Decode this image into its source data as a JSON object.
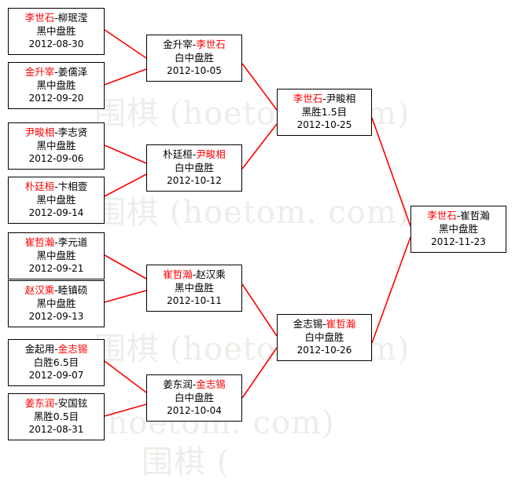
{
  "watermarks": [
    "围棋 (hoetom. com)",
    "围棋 (hoetom. com)",
    "围棋 (hoetom. com)",
    "(hoetom. com)",
    "围棋 ("
  ],
  "colors": {
    "winner": "#ff0000",
    "loser": "#000000",
    "connector": "#ff0000",
    "border": "#000000",
    "watermark": "#eceee9"
  },
  "matches": [
    {
      "id": "r1m1",
      "p1": "李世石",
      "p1_win": true,
      "p2": "柳珉滢",
      "p2_win": false,
      "result": "黑中盘胜",
      "date": "2012-08-30"
    },
    {
      "id": "r1m2",
      "p1": "金升宰",
      "p1_win": true,
      "p2": "姜儒泽",
      "p2_win": false,
      "result": "黑中盘胜",
      "date": "2012-09-20"
    },
    {
      "id": "r1m3",
      "p1": "尹畯相",
      "p1_win": true,
      "p2": "李志贤",
      "p2_win": false,
      "result": "黑中盘胜",
      "date": "2012-09-06"
    },
    {
      "id": "r1m4",
      "p1": "朴廷桓",
      "p1_win": true,
      "p2": "卞相壹",
      "p2_win": false,
      "result": "黑中盘胜",
      "date": "2012-09-14"
    },
    {
      "id": "r1m5",
      "p1": "崔哲瀚",
      "p1_win": true,
      "p2": "李元道",
      "p2_win": false,
      "result": "黑中盘胜",
      "date": "2012-09-21"
    },
    {
      "id": "r1m6",
      "p1": "赵汉乘",
      "p1_win": true,
      "p2": "睦镇硕",
      "p2_win": false,
      "result": "黑中盘胜",
      "date": "2012-09-13"
    },
    {
      "id": "r1m7",
      "p1": "金起用",
      "p1_win": false,
      "p2": "金志锡",
      "p2_win": true,
      "result": "白胜6.5目",
      "date": "2012-09-07"
    },
    {
      "id": "r1m8",
      "p1": "姜东润",
      "p1_win": true,
      "p2": "安国铉",
      "p2_win": false,
      "result": "黑胜0.5目",
      "date": "2012-08-31"
    },
    {
      "id": "r2m1",
      "p1": "金升宰",
      "p1_win": false,
      "p2": "李世石",
      "p2_win": true,
      "result": "白中盘胜",
      "date": "2012-10-05"
    },
    {
      "id": "r2m2",
      "p1": "朴廷桓",
      "p1_win": false,
      "p2": "尹畯相",
      "p2_win": true,
      "result": "白中盘胜",
      "date": "2012-10-12"
    },
    {
      "id": "r2m3",
      "p1": "崔哲瀚",
      "p1_win": true,
      "p2": "赵汉乘",
      "p2_win": false,
      "result": "黑中盘胜",
      "date": "2012-10-11"
    },
    {
      "id": "r2m4",
      "p1": "姜东润",
      "p1_win": false,
      "p2": "金志锡",
      "p2_win": true,
      "result": "白中盘胜",
      "date": "2012-10-04"
    },
    {
      "id": "r3m1",
      "p1": "李世石",
      "p1_win": true,
      "p2": "尹畯相",
      "p2_win": false,
      "result": "黑胜1.5目",
      "date": "2012-10-25"
    },
    {
      "id": "r3m2",
      "p1": "金志锡",
      "p1_win": false,
      "p2": "崔哲瀚",
      "p2_win": true,
      "result": "白中盘胜",
      "date": "2012-10-26"
    },
    {
      "id": "final",
      "p1": "李世石",
      "p1_win": true,
      "p2": "崔哲瀚",
      "p2_win": false,
      "result": "黑中盘胜",
      "date": "2012-11-23"
    }
  ]
}
